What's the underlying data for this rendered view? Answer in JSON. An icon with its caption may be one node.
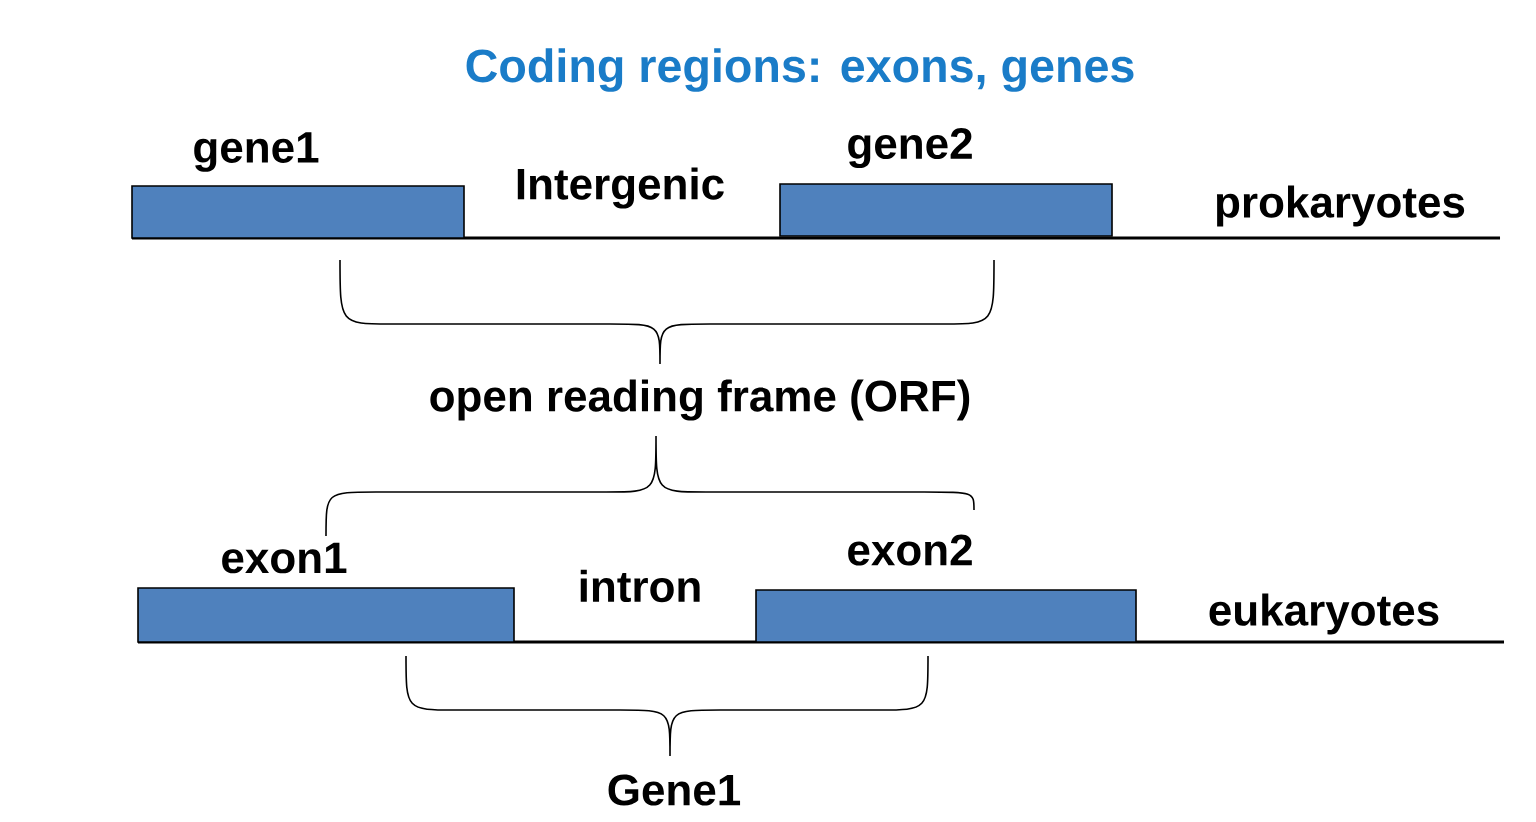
{
  "diagram": {
    "title": "Coding regions: exons, genes",
    "nodes": [
      {
        "text": [
          "gene1"
        ]
      },
      {
        "text": [
          "gene2"
        ]
      },
      {
        "text": [
          "exon1"
        ]
      },
      {
        "text": [
          "exon2"
        ]
      }
    ],
    "labels": [
      "Intergenic",
      "prokaryotes",
      "open reading frame (ORF)",
      "intron",
      "eukaryotes",
      "Gene1"
    ]
  }
}
